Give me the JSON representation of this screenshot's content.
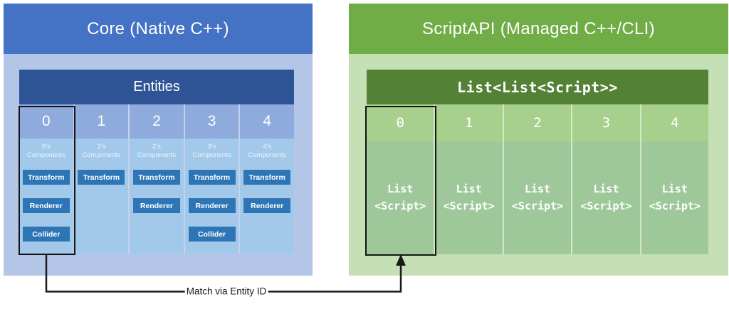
{
  "core_panel": {
    "title": "Core (Native C++)",
    "entities_table": {
      "title": "Entities",
      "columns": [
        {
          "id": "0",
          "components_label": "0's Components",
          "components": [
            "Transform",
            "Renderer",
            "Collider"
          ]
        },
        {
          "id": "1",
          "components_label": "1's Components",
          "components": [
            "Transform"
          ]
        },
        {
          "id": "2",
          "components_label": "2's Components",
          "components": [
            "Transform",
            "Renderer"
          ]
        },
        {
          "id": "3",
          "components_label": "3's Components",
          "components": [
            "Transform",
            "Renderer",
            "Collider"
          ]
        },
        {
          "id": "4",
          "components_label": "4's Components",
          "components": [
            "Transform",
            "Renderer"
          ]
        }
      ]
    }
  },
  "scriptapi_panel": {
    "title": "ScriptAPI (Managed C++/CLI)",
    "list_table": {
      "title": "List<List<Script>>",
      "columns": [
        {
          "id": "0",
          "value": "List\n<Script>"
        },
        {
          "id": "1",
          "value": "List\n<Script>"
        },
        {
          "id": "2",
          "value": "List\n<Script>"
        },
        {
          "id": "3",
          "value": "List\n<Script>"
        },
        {
          "id": "4",
          "value": "List\n<Script>"
        }
      ]
    }
  },
  "connector": {
    "label": "Match via Entity ID"
  },
  "colors": {
    "core_header": "#4472c4",
    "core_panel_bg": "#b4c6e7",
    "entities_bar": "#2f5496",
    "entity_id_cell": "#8faadc",
    "entity_body_cell": "#a3c9ea",
    "component_chip": "#2e75b6",
    "script_header": "#70ad47",
    "script_panel_bg": "#c5e0b4",
    "list_bar": "#538135",
    "list_id_cell": "#a8d08d",
    "list_body_cell": "#9ec89a",
    "highlight_border": "#141414",
    "connector_line": "#1a1a1a"
  }
}
